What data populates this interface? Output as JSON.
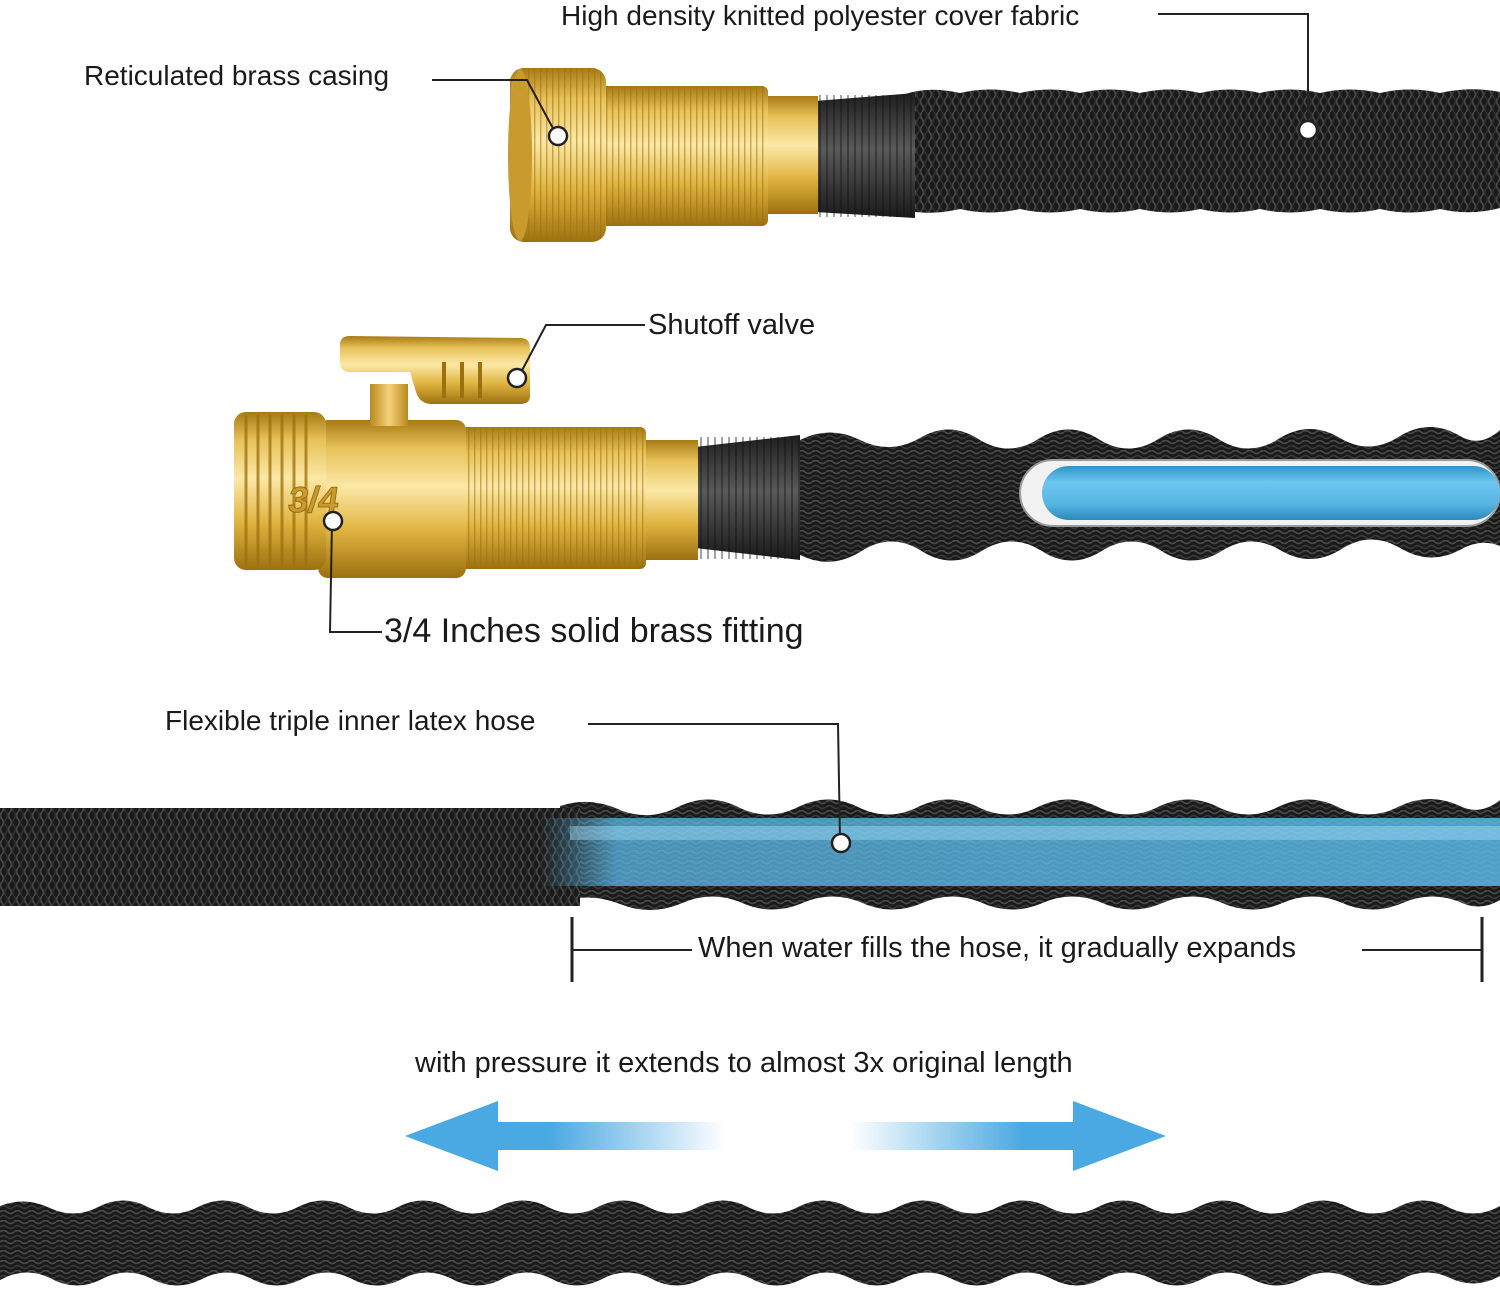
{
  "labels": {
    "cover_fabric": "High density knitted polyester cover fabric",
    "brass_casing": "Reticulated brass casing",
    "shutoff_valve": "Shutoff valve",
    "brass_fitting": "3/4 Inches solid brass fitting",
    "valve_marking": "3/4",
    "inner_hose": "Flexible triple inner latex hose",
    "expands": "When water fills the hose, it gradually expands",
    "extends": "with pressure it extends to almost 3x original length"
  },
  "colors": {
    "brass": "#e0b440",
    "brass_light": "#f6dd8c",
    "brass_dark": "#a87a14",
    "fabric": "#1c1c1c",
    "fabric_weave": "#4a4a4a",
    "rubber": "#3a3a3a",
    "inner_hose": "#5ab8e6",
    "arrow": "#4aa8e2",
    "callout_line": "#222222"
  },
  "icons": {
    "dots": "white-marker-dot",
    "arrows": "double-arrow-extend"
  }
}
